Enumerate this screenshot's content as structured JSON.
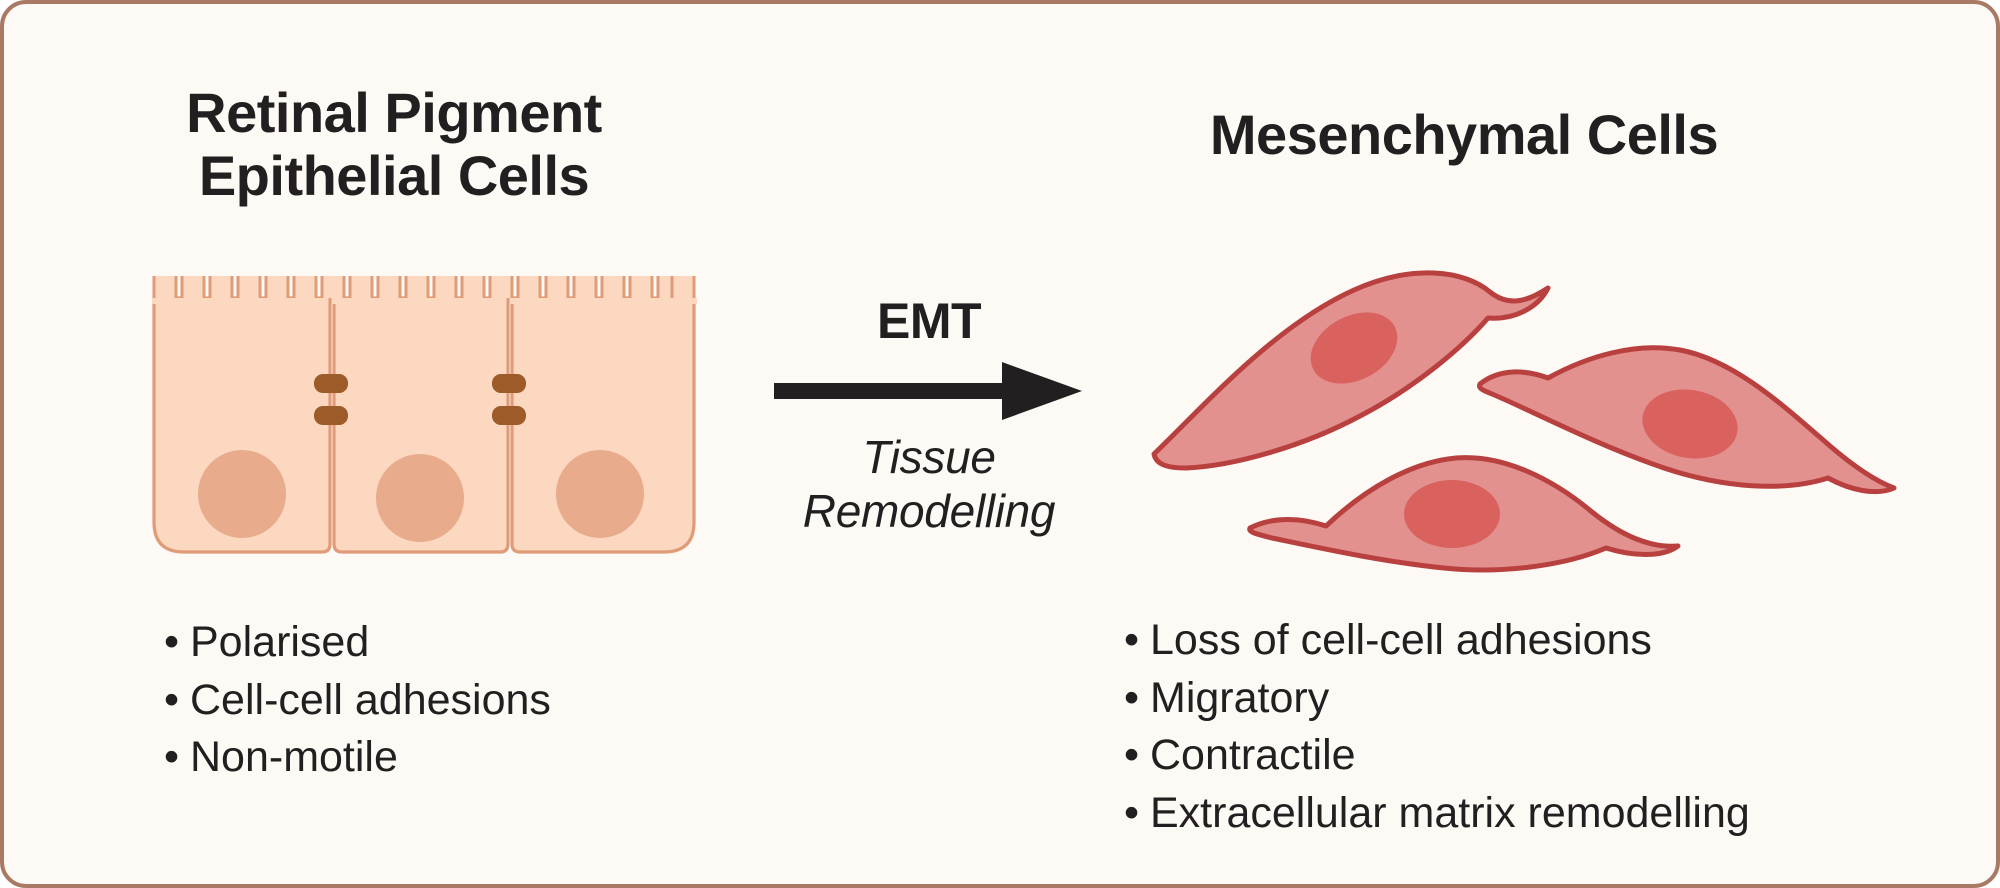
{
  "figure": {
    "background_color": "#fdf9f5",
    "border_color": "#a87a63"
  },
  "left_panel": {
    "title_line1": "Retinal Pigment",
    "title_line2": "Epithelial Cells",
    "bullets": [
      "Polarised",
      "Cell-cell adhesions",
      "Non-motile"
    ],
    "bullet_marker": "•",
    "cell_fill": "#fbd8bf",
    "cell_stroke": "#e09b78",
    "nucleus_fill": "#e8ab8b",
    "junction_fill": "#9c5b28"
  },
  "transition": {
    "label": "EMT",
    "sublabel_line1": "Tissue",
    "sublabel_line2": "Remodelling",
    "arrow_color": "#231f20",
    "arrow_direction": "right"
  },
  "right_panel": {
    "title": "Mesenchymal Cells",
    "bullets": [
      "Loss of cell-cell adhesions",
      "Migratory",
      "Contractile",
      "Extracellular matrix remodelling"
    ],
    "bullet_marker": "•",
    "cell_fill": "#e2918f",
    "cell_stroke": "#b8413f",
    "nucleus_fill": "#d9625f"
  }
}
